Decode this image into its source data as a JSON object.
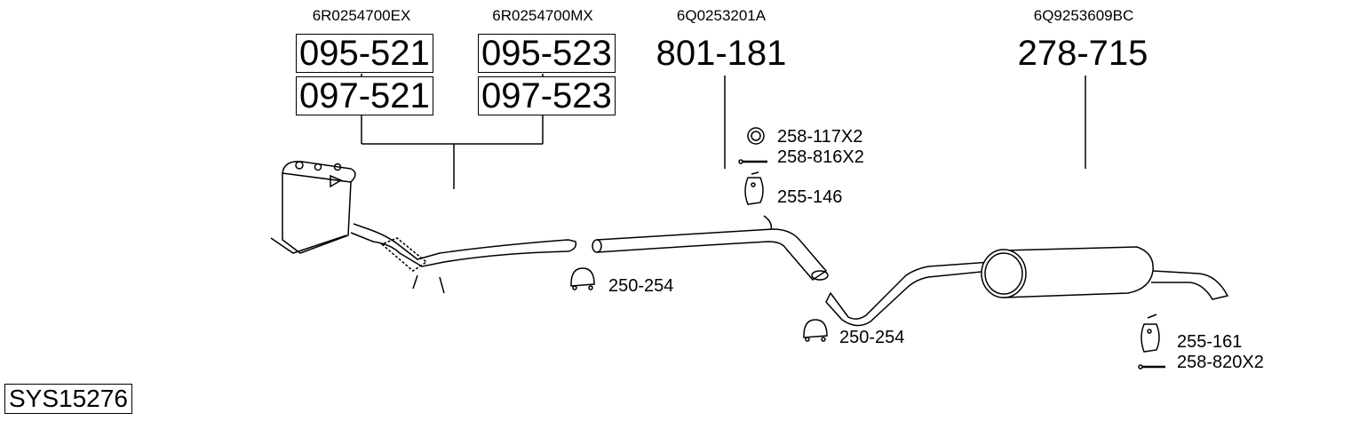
{
  "oe_numbers": [
    "6R0254700EX",
    "6R0254700MX",
    "6Q0253201A",
    "6Q9253609BC"
  ],
  "main_parts": {
    "dpf_ex_1": "095-521",
    "dpf_ex_2": "097-521",
    "dpf_mx_1": "095-523",
    "dpf_mx_2": "097-523",
    "center_pipe": "801-181",
    "rear_silencer": "278-715"
  },
  "accessories": {
    "gasket": "258-117X2",
    "bolt_front": "258-816X2",
    "hanger_front": "255-146",
    "clamp_1": "250-254",
    "clamp_2": "250-254",
    "hanger_rear": "255-161",
    "bolt_rear": "258-820X2"
  },
  "system_id": "SYS15276"
}
